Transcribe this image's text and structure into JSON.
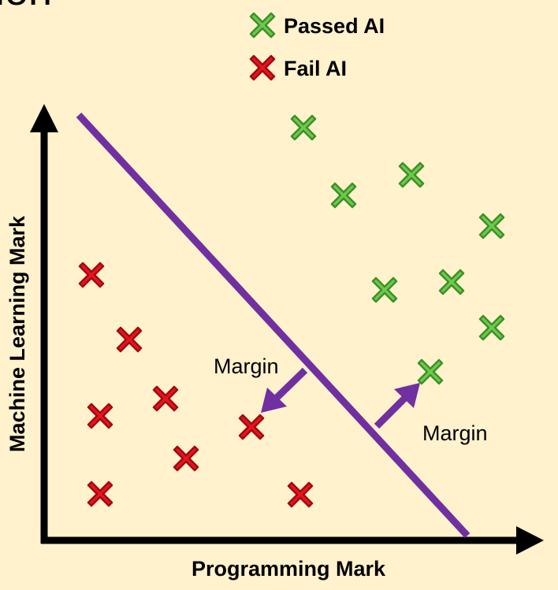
{
  "header_fragment": "ion",
  "legend": [
    {
      "label": "Passed AI",
      "color": "#6CCB4A",
      "icon": "x-mark-icon"
    },
    {
      "label": "Fail AI",
      "color": "#E8141E",
      "icon": "x-mark-icon"
    }
  ],
  "axes": {
    "x_label": "Programming Mark",
    "y_label": "Machine Learning Mark"
  },
  "margin_labels": [
    "Margin",
    "Margin"
  ],
  "colors": {
    "background": "#FFF2CC",
    "boundary": "#7030A0",
    "pass": "#6CCB4A",
    "fail": "#E8141E",
    "axis": "#000000"
  },
  "points": {
    "pass": [
      [
        385,
        162
      ],
      [
        436,
        248
      ],
      [
        522,
        222
      ],
      [
        624,
        287
      ],
      [
        488,
        368
      ],
      [
        573,
        358
      ],
      [
        624,
        416
      ],
      [
        546,
        472
      ]
    ],
    "fail": [
      [
        116,
        349
      ],
      [
        164,
        431
      ],
      [
        210,
        506
      ],
      [
        127,
        528
      ],
      [
        319,
        542
      ],
      [
        236,
        582
      ],
      [
        127,
        627
      ],
      [
        381,
        628
      ]
    ]
  }
}
